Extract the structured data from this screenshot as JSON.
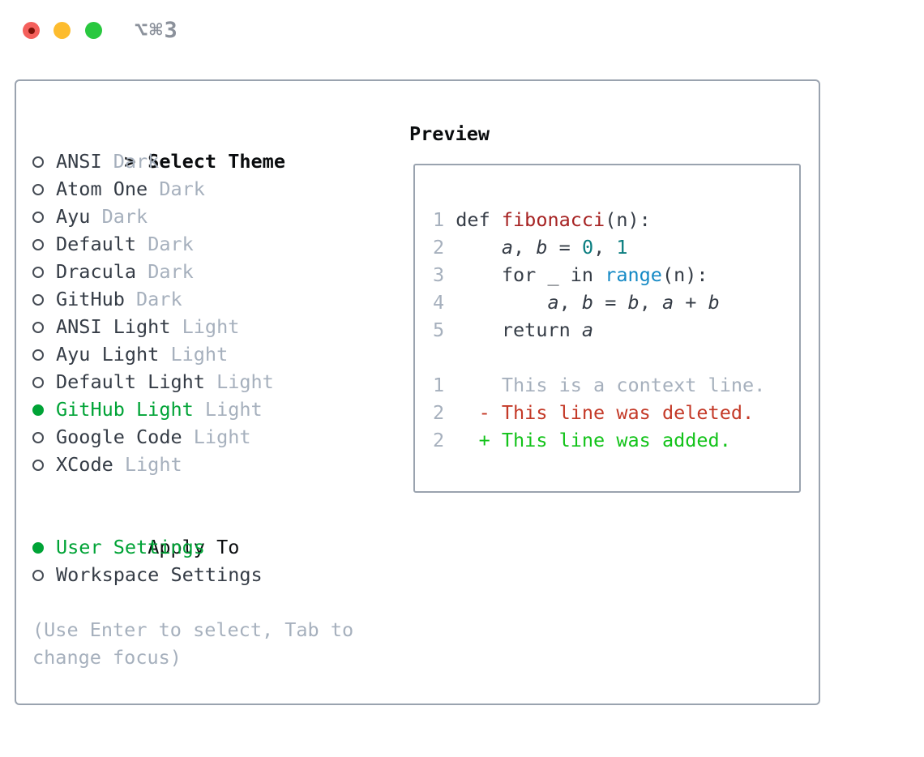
{
  "window": {
    "title": "⌥⌘3",
    "traffic_lights": {
      "close": "#f4605c",
      "close_unsaved_dot": "#7c1208",
      "minimize": "#fdbc2e",
      "zoom": "#29c83f"
    }
  },
  "theme_panel": {
    "prompt": ">",
    "header": "Select Theme",
    "items": [
      {
        "name": "ANSI",
        "variant": "Dark",
        "selected": false
      },
      {
        "name": "Atom One",
        "variant": "Dark",
        "selected": false
      },
      {
        "name": "Ayu",
        "variant": "Dark",
        "selected": false
      },
      {
        "name": "Default",
        "variant": "Dark",
        "selected": false
      },
      {
        "name": "Dracula",
        "variant": "Dark",
        "selected": false
      },
      {
        "name": "GitHub",
        "variant": "Dark",
        "selected": false
      },
      {
        "name": "ANSI Light",
        "variant": "Light",
        "selected": false
      },
      {
        "name": "Ayu Light",
        "variant": "Light",
        "selected": false
      },
      {
        "name": "Default Light",
        "variant": "Light",
        "selected": false
      },
      {
        "name": "GitHub Light",
        "variant": "Light",
        "selected": true
      },
      {
        "name": "Google Code",
        "variant": "Light",
        "selected": false
      },
      {
        "name": "XCode",
        "variant": "Light",
        "selected": false
      }
    ],
    "apply_to": {
      "header": "Apply To",
      "options": [
        {
          "label": "User Settings",
          "selected": true
        },
        {
          "label": "Workspace Settings",
          "selected": false
        }
      ]
    },
    "help_lines": [
      "(Use Enter to select, Tab to",
      "change focus)"
    ]
  },
  "preview": {
    "header": "Preview",
    "code_lines": [
      {
        "num": "1",
        "tokens": [
          [
            "def ",
            "fg"
          ],
          [
            "fibonacci",
            "fn"
          ],
          [
            "(n):",
            "fg"
          ]
        ]
      },
      {
        "num": "2",
        "tokens": [
          [
            "    ",
            "fg"
          ],
          [
            "a",
            "var"
          ],
          [
            ", ",
            "fg"
          ],
          [
            "b",
            "var"
          ],
          [
            " = ",
            "fg"
          ],
          [
            "0",
            "num"
          ],
          [
            ", ",
            "fg"
          ],
          [
            "1",
            "num"
          ]
        ]
      },
      {
        "num": "3",
        "tokens": [
          [
            "    for _ in ",
            "fg"
          ],
          [
            "range",
            "bi"
          ],
          [
            "(n):",
            "fg"
          ]
        ]
      },
      {
        "num": "4",
        "tokens": [
          [
            "        ",
            "fg"
          ],
          [
            "a",
            "var"
          ],
          [
            ", ",
            "fg"
          ],
          [
            "b",
            "var"
          ],
          [
            " = ",
            "fg"
          ],
          [
            "b",
            "var"
          ],
          [
            ", ",
            "fg"
          ],
          [
            "a",
            "var"
          ],
          [
            " + ",
            "fg"
          ],
          [
            "b",
            "var"
          ]
        ]
      },
      {
        "num": "5",
        "tokens": [
          [
            "    return ",
            "fg"
          ],
          [
            "a",
            "var"
          ]
        ]
      },
      {
        "num": "",
        "tokens": []
      },
      {
        "num": "1",
        "tokens": [
          [
            "    This is a context line.",
            "ctx"
          ]
        ]
      },
      {
        "num": "2",
        "tokens": [
          [
            "  - This line was deleted.",
            "del"
          ]
        ]
      },
      {
        "num": "2",
        "tokens": [
          [
            "  + This line was added.",
            "add"
          ]
        ]
      }
    ]
  },
  "colors": {
    "selection_green": "#00a336",
    "added_green": "#13c31a",
    "deleted_red": "#c43a28",
    "function_red": "#a62222",
    "builtin_blue": "#1489c5",
    "number_teal": "#0b7e80",
    "muted_gray": "#a6b0bd",
    "text_dark": "#353c46",
    "panel_border": "#9aa3af"
  }
}
